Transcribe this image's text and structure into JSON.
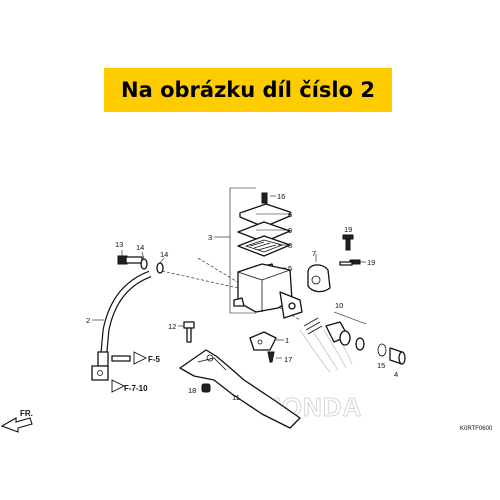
{
  "banner": {
    "text": "Na obrázku díl číslo 2",
    "color": "#ffcc00"
  },
  "labels": {
    "p1": "1",
    "p2": "2",
    "p3": "3",
    "p4": "4",
    "p5": "5",
    "p6": "6",
    "p7": "7",
    "p8": "8",
    "p9": "9",
    "p10": "10",
    "p11": "11",
    "p12": "12",
    "p13": "13",
    "p14a": "14",
    "p14b": "14",
    "p15": "15",
    "p16": "16",
    "p17": "17",
    "p18": "18",
    "p19a": "19",
    "p19b": "19"
  },
  "refs": {
    "f5": "F-5",
    "f710": "F-7-10",
    "fr": "FR."
  },
  "watermark": "HONDA",
  "diagram_code": "K0RTF0600",
  "icons": [
    "front-arrow-icon",
    "reference-arrow-icon",
    "honda-wing-logo"
  ]
}
